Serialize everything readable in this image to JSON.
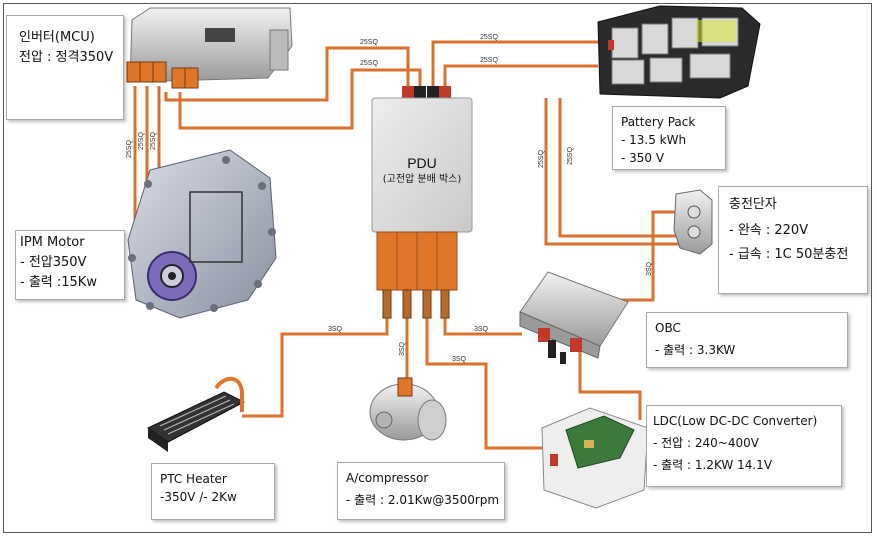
{
  "boxes": {
    "inverter": {
      "title": "인버터(MCU)",
      "line1": "전압 : 정격350V"
    },
    "battery": {
      "title": "Pattery Pack",
      "line1": "- 13.5  kWh",
      "line2": "- 350  V"
    },
    "charge_port": {
      "title": "충전단자",
      "line1": "- 완속 : 220V",
      "line2": "- 급속 : 1C  50분충전"
    },
    "ipm_motor": {
      "title": "IPM Motor",
      "line1": "- 전압350V",
      "line2": "- 출력  :15Kw"
    },
    "obc": {
      "title": "OBC",
      "line1": "-  출력 : 3.3KW"
    },
    "ldc": {
      "title": "LDC(Low DC-DC Converter)",
      "line1": "-  전압 : 240~400V",
      "line2": "-  출력 : 1.2KW    14.1V"
    },
    "ptc": {
      "title": "PTC Heater",
      "line1": "-350V  /- 2Kw"
    },
    "compressor": {
      "title": "A/compressor",
      "line1": "- 출력 : 2.01Kw@3500rpm"
    }
  },
  "pdu": {
    "title": "PDU",
    "subtitle": "(고전압 분배 박스)"
  },
  "wire_labels": {
    "inv_pdu_a": "25SQ",
    "inv_pdu_b": "25SQ",
    "bat_pdu_a": "25SQ",
    "bat_pdu_b": "25SQ",
    "motor_a": "25SQ",
    "motor_b": "25SQ",
    "motor_c": "25SQ",
    "bat_charge_a": "25SQ",
    "bat_charge_b": "25SQ",
    "charge_obc": "3SQ",
    "ptc": "3SQ",
    "comp": "3SQ",
    "ldc": "3SQ",
    "obc": "3SQ"
  },
  "colors": {
    "cable": "#d9722e",
    "connector": "#e0762a",
    "pdu_body": "#dedede"
  }
}
